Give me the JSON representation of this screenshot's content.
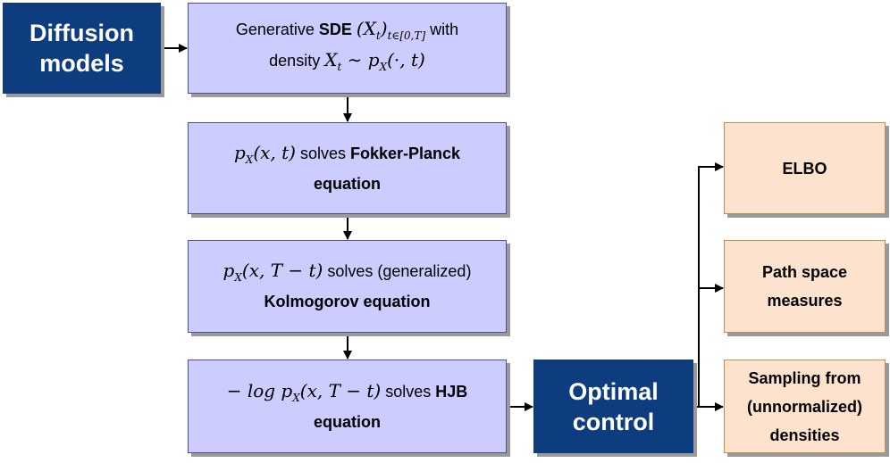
{
  "nodes": {
    "diffusion_models": {
      "line1": "Diffusion",
      "line2": "models"
    },
    "sde": {
      "text_before": "Generative ",
      "bold": "SDE",
      "math1": "(X",
      "math1_sub": "t",
      "math1_close": ")",
      "math1_range": "t∈[0,T]",
      "text_after": " with",
      "line2_text": "density ",
      "math2": "X",
      "math2_sub": "t",
      "math2_rest": " ∼ p",
      "math2_sub2": "X",
      "math2_tail": "(·, t)"
    },
    "fokker_planck": {
      "math": "p",
      "math_sub": "X",
      "math_tail": "(x, t)",
      "text": " solves ",
      "bold1": "Fokker-Planck",
      "bold2": "equation"
    },
    "kolmogorov": {
      "math": "p",
      "math_sub": "X",
      "math_tail": "(x, T − t)",
      "text": " solves (generalized)",
      "bold": "Kolmogorov equation"
    },
    "hjb": {
      "math_pre": "− log p",
      "math_sub": "X",
      "math_tail": "(x, T − t)",
      "text": " solves ",
      "bold1": "HJB",
      "bold2": "equation"
    },
    "optimal_control": {
      "line1": "Optimal",
      "line2": "control"
    },
    "elbo": {
      "label": "ELBO"
    },
    "path_space": {
      "line1": "Path space",
      "line2": "measures"
    },
    "sampling": {
      "line1": "Sampling from",
      "line2": "(unnormalized)",
      "line3": "densities"
    }
  },
  "colors": {
    "dark_box": "#0d3d7e",
    "lavender_box": "#ccccff",
    "peach_box": "#fde3cd",
    "arrow": "#000000"
  }
}
